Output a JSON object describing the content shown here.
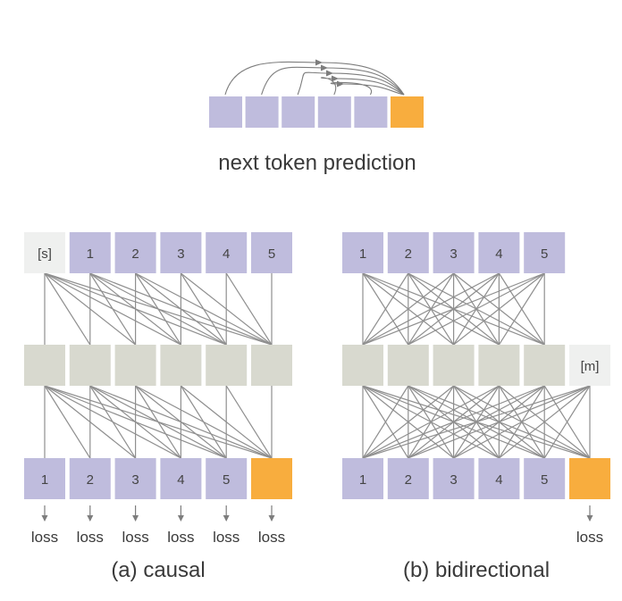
{
  "colors": {
    "token": "#bfbcdd",
    "hidden": "#d8d9cf",
    "target": "#f8ad3e",
    "special": "#eff0ef",
    "line": "#8f8f8f",
    "arc": "#7d7d7d",
    "text": "#444444",
    "caption": "#3a3a3a"
  },
  "top": {
    "caption": "next token prediction",
    "token_count": 5
  },
  "causal": {
    "caption": "(a) causal",
    "start_token": "[s]",
    "inputs": [
      "1",
      "2",
      "3",
      "4",
      "5"
    ],
    "outputs": [
      "1",
      "2",
      "3",
      "4",
      "5"
    ],
    "loss_labels": [
      "loss",
      "loss",
      "loss",
      "loss",
      "loss",
      "loss"
    ]
  },
  "bidirectional": {
    "caption": "(b) bidirectional",
    "mask_token": "[m]",
    "inputs": [
      "1",
      "2",
      "3",
      "4",
      "5"
    ],
    "outputs": [
      "1",
      "2",
      "3",
      "4",
      "5"
    ],
    "loss_labels": [
      "loss"
    ]
  }
}
